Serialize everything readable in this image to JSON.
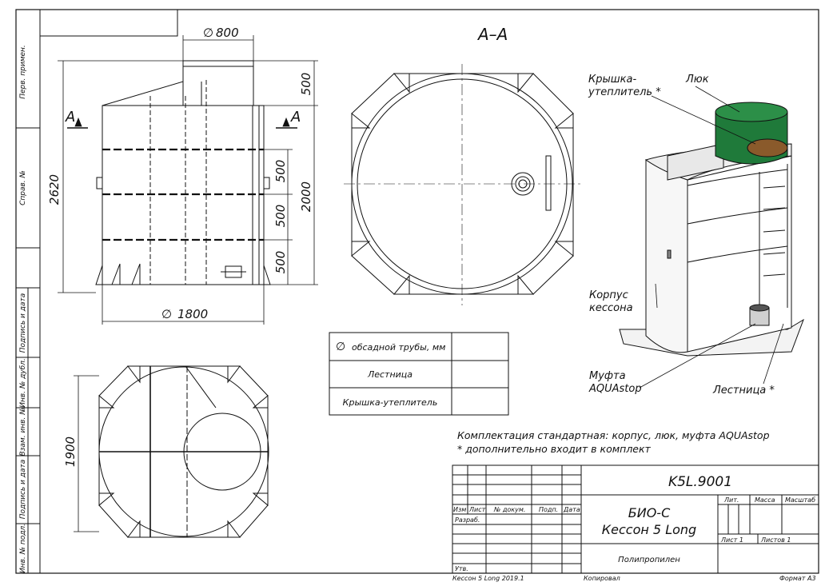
{
  "frame": {
    "side_labels": [
      "Перв. примен.",
      "Справ. №",
      "Подпись и дата",
      "Инв. № дубл.",
      "Взам. инв. №",
      "Подпись и дата",
      "Инв. № подл."
    ]
  },
  "section_title": "А–А",
  "section_marker": "А",
  "dimensions": {
    "top_diameter": "800",
    "bottom_diameter": "1800",
    "total_height": "2620",
    "body_height": "2000",
    "neck_height": "500",
    "spacing_1": "500",
    "spacing_2": "500",
    "spacing_3": "500",
    "plan_width": "1900"
  },
  "labels_3d": {
    "lid": [
      "Крышка-",
      "утеплитель *"
    ],
    "hatch": "Люк",
    "body": [
      "Корпус",
      "кессона"
    ],
    "coupling": [
      "Муфта",
      "AQUAstop"
    ],
    "ladder": "Лестница *"
  },
  "spec_table": {
    "rows": [
      {
        "label": "обсадной трубы, мм",
        "symbol": "∅",
        "value": ""
      },
      {
        "label": "Лестница",
        "value": ""
      },
      {
        "label": "Крышка-утеплитель",
        "value": ""
      }
    ]
  },
  "notes": [
    "Комплектация стандартная: корпус, люк, муфта AQUAstop",
    "* дополнительно входит в комплект"
  ],
  "title_block": {
    "doc_code": "K5L.9001",
    "name_line1": "БИО-С",
    "name_line2": "Кессон 5 Long",
    "material": "Полипропилен",
    "col_headers": [
      "Изм",
      "Лист",
      "№ докум.",
      "Подп.",
      "Дата"
    ],
    "row_labels": [
      "Разраб.",
      "Утв."
    ],
    "lit_label": "Лит.",
    "mass_label": "Масса",
    "scale_label": "Масштаб",
    "sheet_label": "Лист 1",
    "sheets_label": "Листов 1"
  },
  "footer": {
    "left": "Кессон 5 Long  2019.1",
    "center": "Копировал",
    "right": "Формат А3"
  },
  "colors": {
    "line": "#111111",
    "hatch_green": "#1f7a3a",
    "lid_brown": "#8a5a2b"
  }
}
